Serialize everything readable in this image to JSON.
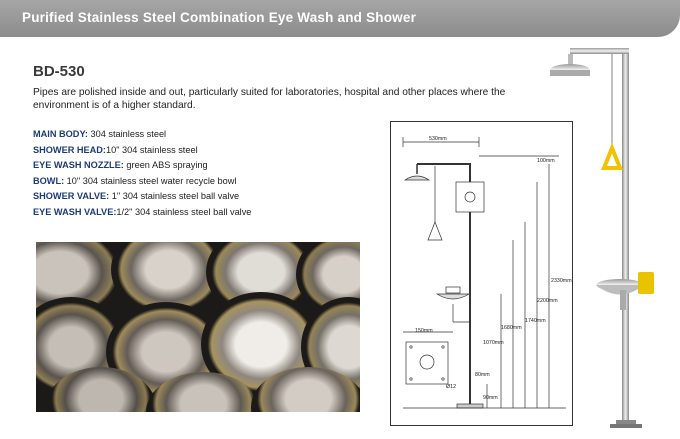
{
  "header": {
    "title": "Purified Stainless Steel Combination Eye Wash and Shower"
  },
  "model": "BD-530",
  "intro": "Pipes are polished inside and out, particularly suited for laboratories, hospital and other places where the environment is of a higher standard.",
  "specs": [
    {
      "key": "MAIN BODY:",
      "value": " 304 stainless steel"
    },
    {
      "key": "SHOWER HEAD:",
      "value": "10\" 304 stainless steel"
    },
    {
      "key": "EYE WASH NOZZLE:",
      "value": "  green ABS spraying"
    },
    {
      "key": "BOWL:",
      "value": " 10\" 304 stainless steel water recycle bowl"
    },
    {
      "key": "SHOWER VALVE:",
      "value": " 1\" 304 stainless steel ball valve"
    },
    {
      "key": "EYE WASH VALVE:",
      "value": "1/2\" 304 stainless steel ball valve"
    }
  ],
  "drawing": {
    "width_top": "530mm",
    "head_drop": "100mm",
    "h2330": "2330mm",
    "h2200": "2200mm",
    "h1740": "1740mm",
    "h1680": "1680mm",
    "h1070": "1070mm",
    "bowl_offset": "150mm",
    "h80": "80mm",
    "base_w": "90mm",
    "pipe_dia": "Ø12"
  },
  "colors": {
    "header_bar": "#999999",
    "spec_key": "#1d3b7a",
    "handle": "#f2c200",
    "eyewash_box": "#e8c400"
  }
}
